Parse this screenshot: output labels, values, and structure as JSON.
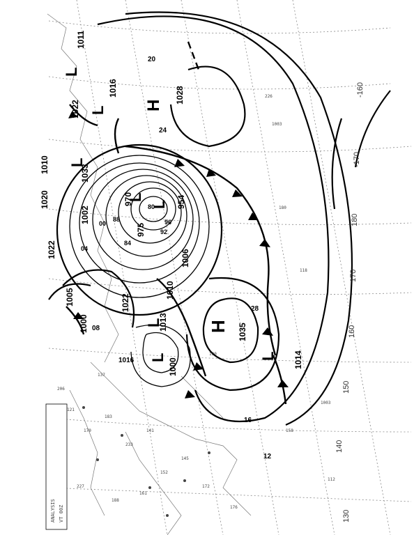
{
  "map": {
    "isobar_labels": [
      "1011",
      "1016",
      "1022",
      "1028",
      "1033",
      "1002",
      "970",
      "975",
      "954",
      "1006",
      "1010",
      "1005",
      "1000",
      "1022",
      "1013",
      "1035",
      "1014",
      "1000",
      "1022",
      "1010",
      "1020",
      "1016",
      "20",
      "24",
      "28",
      "16",
      "12",
      "08",
      "04",
      "00",
      "96",
      "92",
      "88",
      "84",
      "80"
    ],
    "pressure_centers": [
      {
        "type": "L"
      },
      {
        "type": "H"
      },
      {
        "type": "L"
      },
      {
        "type": "L"
      },
      {
        "type": "L"
      },
      {
        "type": "L"
      },
      {
        "type": "H"
      },
      {
        "type": "L"
      },
      {
        "type": "L"
      },
      {
        "type": "L"
      }
    ],
    "longitude_labels": [
      "-160",
      "-170",
      "180",
      "170",
      "160",
      "150",
      "140",
      "130"
    ],
    "caption_lines": [
      "ANALYSIS",
      "VT 00Z"
    ],
    "colors": {
      "ink": "#000000",
      "grid": "#888888",
      "coast": "#777777",
      "background": "#ffffff"
    }
  }
}
